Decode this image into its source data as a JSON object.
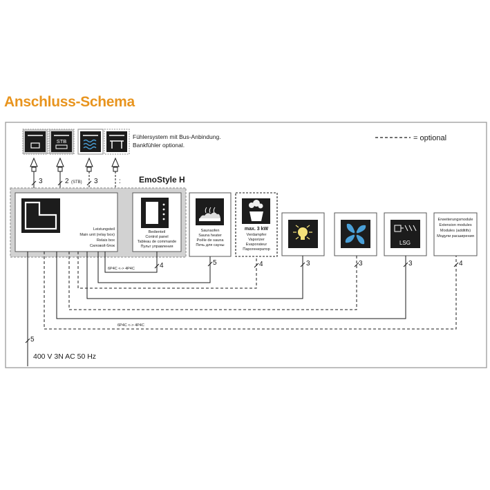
{
  "title": "Anschluss-Schema",
  "legend": {
    "optional_label": "= optional"
  },
  "sensor_note": {
    "line1": "Fühlersystem mit Bus-Anbindung.",
    "line2": "Bankfühler optional."
  },
  "sensor_icons": {
    "stb_label": "STB"
  },
  "wire_counts": {
    "sensor1": "3",
    "sensor2": "2",
    "sensor2_note": "(STB)",
    "sensor3": "3",
    "control": "4",
    "heater": "5",
    "vaporizer": "4",
    "light": "3",
    "fan": "3",
    "lsg": "3",
    "extension": "4",
    "power": "5"
  },
  "product_name": "EmoStyle H",
  "main_unit": {
    "lines": [
      "Leistungsteil",
      "Main unit (relay box)",
      "Relais box",
      "Силовой блок"
    ]
  },
  "control_panel": {
    "lines": [
      "Bedienteil",
      "Control panel",
      "Tableau de commande",
      "Пульт управления"
    ]
  },
  "heater": {
    "lines": [
      "Saunaofen",
      "Sauna heater",
      "Poêle de sauna",
      "Печь для сауны"
    ]
  },
  "vaporizer": {
    "power": "max. 3 kW",
    "lines": [
      "Verdampfer",
      "Vaporizer",
      "Evaporateur",
      "Парогенератор"
    ]
  },
  "lsg": {
    "label": "LSG"
  },
  "extension": {
    "lines": [
      "Erweiterungsmodule",
      "Extension modules",
      "Modules (additifs)",
      "Модули расширения"
    ]
  },
  "cable_labels": {
    "control_link": "6P4C <-> 4P4C",
    "ext_link": "6P4C <-> 4P4C"
  },
  "power_supply": "400 V 3N AC 50 Hz",
  "colors": {
    "title": "#e8941e",
    "icon_bg": "#1c1c1c",
    "icon_blue": "#4aa0d8",
    "light_yellow": "#f5e27a"
  }
}
